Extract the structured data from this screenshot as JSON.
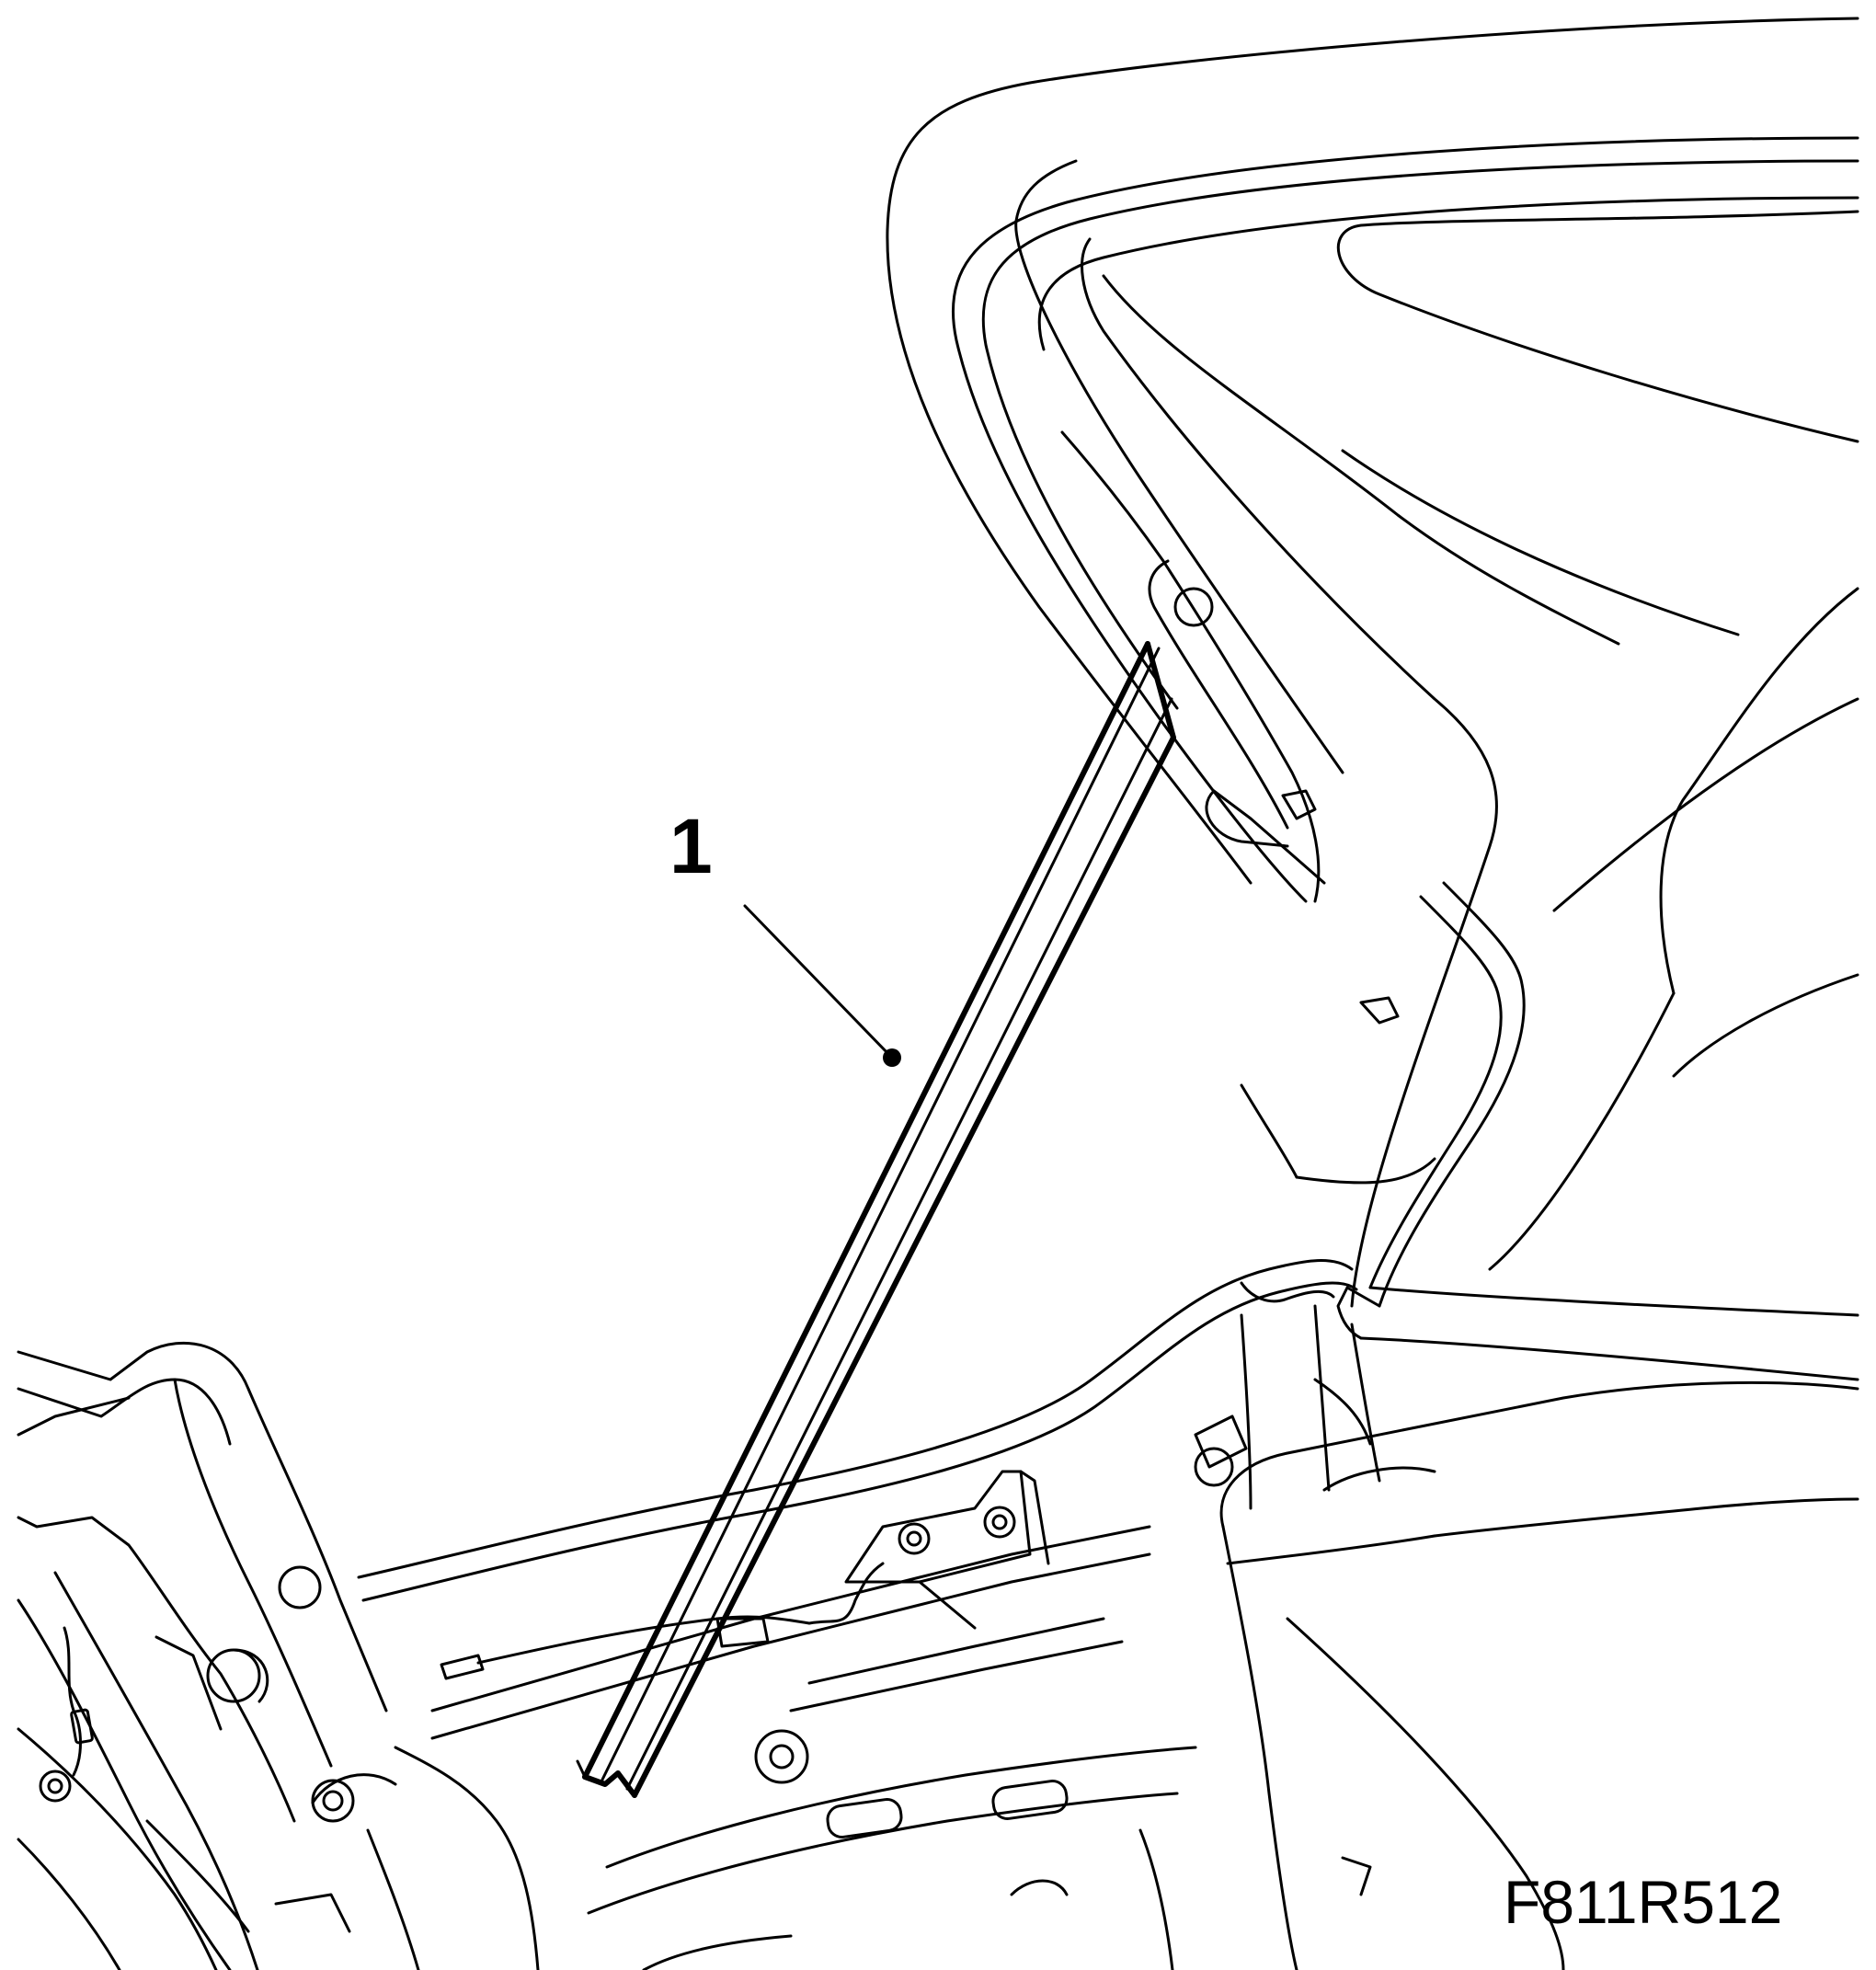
{
  "figure": {
    "callout": "1",
    "code": "F811R512"
  },
  "parts": {
    "callout_1": "strut-bar",
    "icon": "strut-bar-icon"
  }
}
